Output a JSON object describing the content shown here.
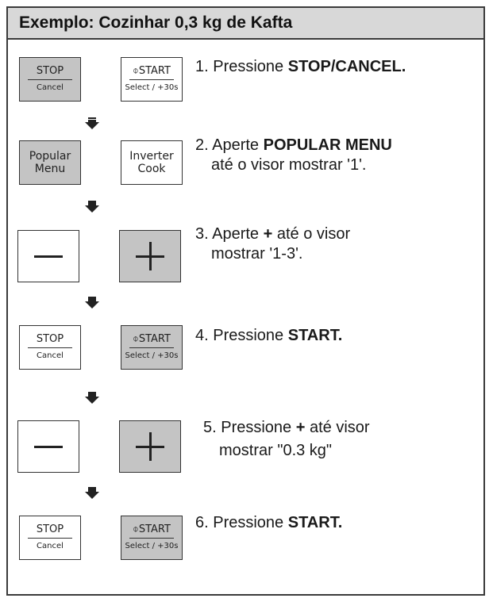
{
  "title": "Exemplo: Cozinhar 0,3 kg de Kafta",
  "buttons": {
    "stop": {
      "top": "STOP",
      "bottom": "Cancel"
    },
    "start": {
      "icon": "power-icon",
      "top": "⌽START",
      "bottom": "Select / +30s"
    },
    "popular_menu": {
      "line1": "Popular",
      "line2": "Menu"
    },
    "inverter_cook": {
      "line1": "Inverter",
      "line2": "Cook"
    },
    "minus": {
      "icon": "minus-icon"
    },
    "plus": {
      "icon": "plus-icon"
    }
  },
  "steps": [
    {
      "prefix": "1.  Pressione ",
      "bold": "STOP/CANCEL.",
      "suffix": "",
      "line2": ""
    },
    {
      "prefix": "2. Aperte ",
      "bold": "POPULAR MENU",
      "suffix": "",
      "line2": "até o visor mostrar '1'."
    },
    {
      "prefix": "3. Aperte ",
      "bold": "+",
      "suffix": " até o visor",
      "line2": "mostrar '1-3'."
    },
    {
      "prefix": "4. Pressione ",
      "bold": "START.",
      "suffix": "",
      "line2": ""
    },
    {
      "prefix": "5. Pressione ",
      "bold": "+",
      "suffix": " até visor",
      "line2": "mostrar \"0.3 kg\""
    },
    {
      "prefix": "6. Pressione ",
      "bold": "START.",
      "suffix": "",
      "line2": ""
    }
  ],
  "colors": {
    "button_gray": "#c4c4c4",
    "header_gray": "#d8d8d8",
    "border": "#333333"
  }
}
